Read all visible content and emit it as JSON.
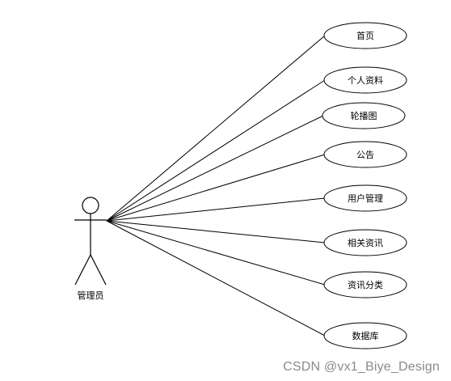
{
  "actor": {
    "label": "管理员"
  },
  "use_cases": [
    {
      "label": "首页"
    },
    {
      "label": "个人资料"
    },
    {
      "label": "轮播图"
    },
    {
      "label": "公告"
    },
    {
      "label": "用户管理"
    },
    {
      "label": "相关资讯"
    },
    {
      "label": "资讯分类"
    },
    {
      "label": "数据库"
    }
  ],
  "watermark": {
    "text": "CSDN @vx1_Biye_Design"
  },
  "colors": {
    "stroke": "#000000",
    "background": "#ffffff",
    "watermark": "#8a8a8a"
  }
}
